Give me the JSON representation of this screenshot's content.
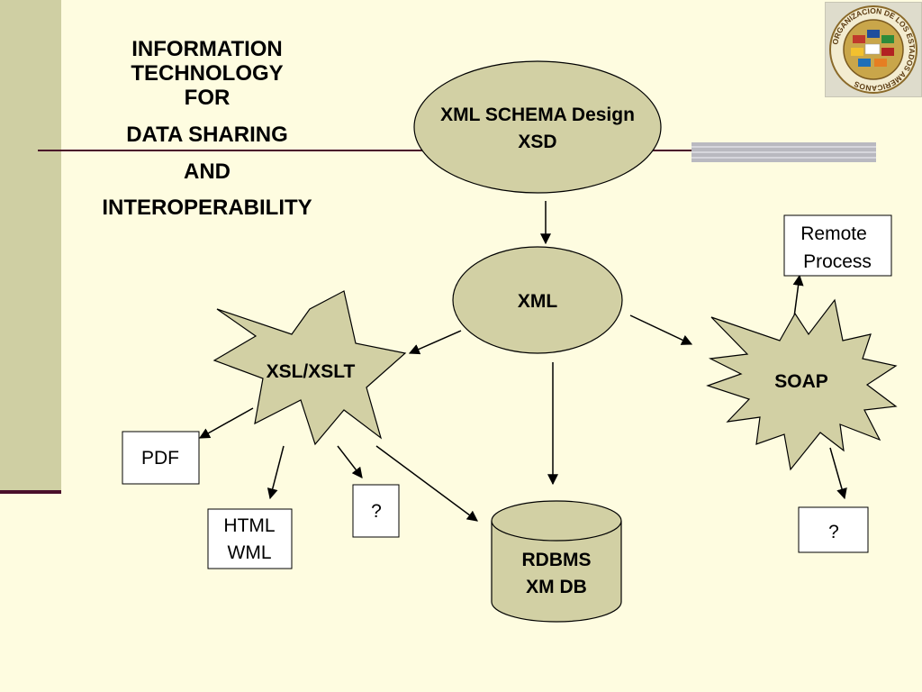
{
  "title": {
    "line1": "INFORMATION",
    "line2": "TECHNOLOGY",
    "line3": "FOR",
    "line4": "DATA SHARING",
    "line5": "AND",
    "line6": "INTEROPERABILITY"
  },
  "logo": {
    "text": "ORGANIZACION DE LOS ESTADOS AMERICANOS"
  },
  "nodes": {
    "schema": {
      "line1": "XML SCHEMA Design",
      "line2": "XSD"
    },
    "xml": "XML",
    "xsl": "XSL/XSLT",
    "soap": "SOAP",
    "rdbms": {
      "line1": "RDBMS",
      "line2": "XM DB"
    },
    "pdf": "PDF",
    "html": {
      "line1": "HTML",
      "line2": "WML"
    },
    "q_xsl": "?",
    "q_soap": "?",
    "remote": {
      "line1": "Remote",
      "line2": "Process"
    }
  },
  "colors": {
    "background": "#fefce0",
    "shape_fill": "#d2d0a4",
    "accent_rule": "#4a0f2a"
  }
}
